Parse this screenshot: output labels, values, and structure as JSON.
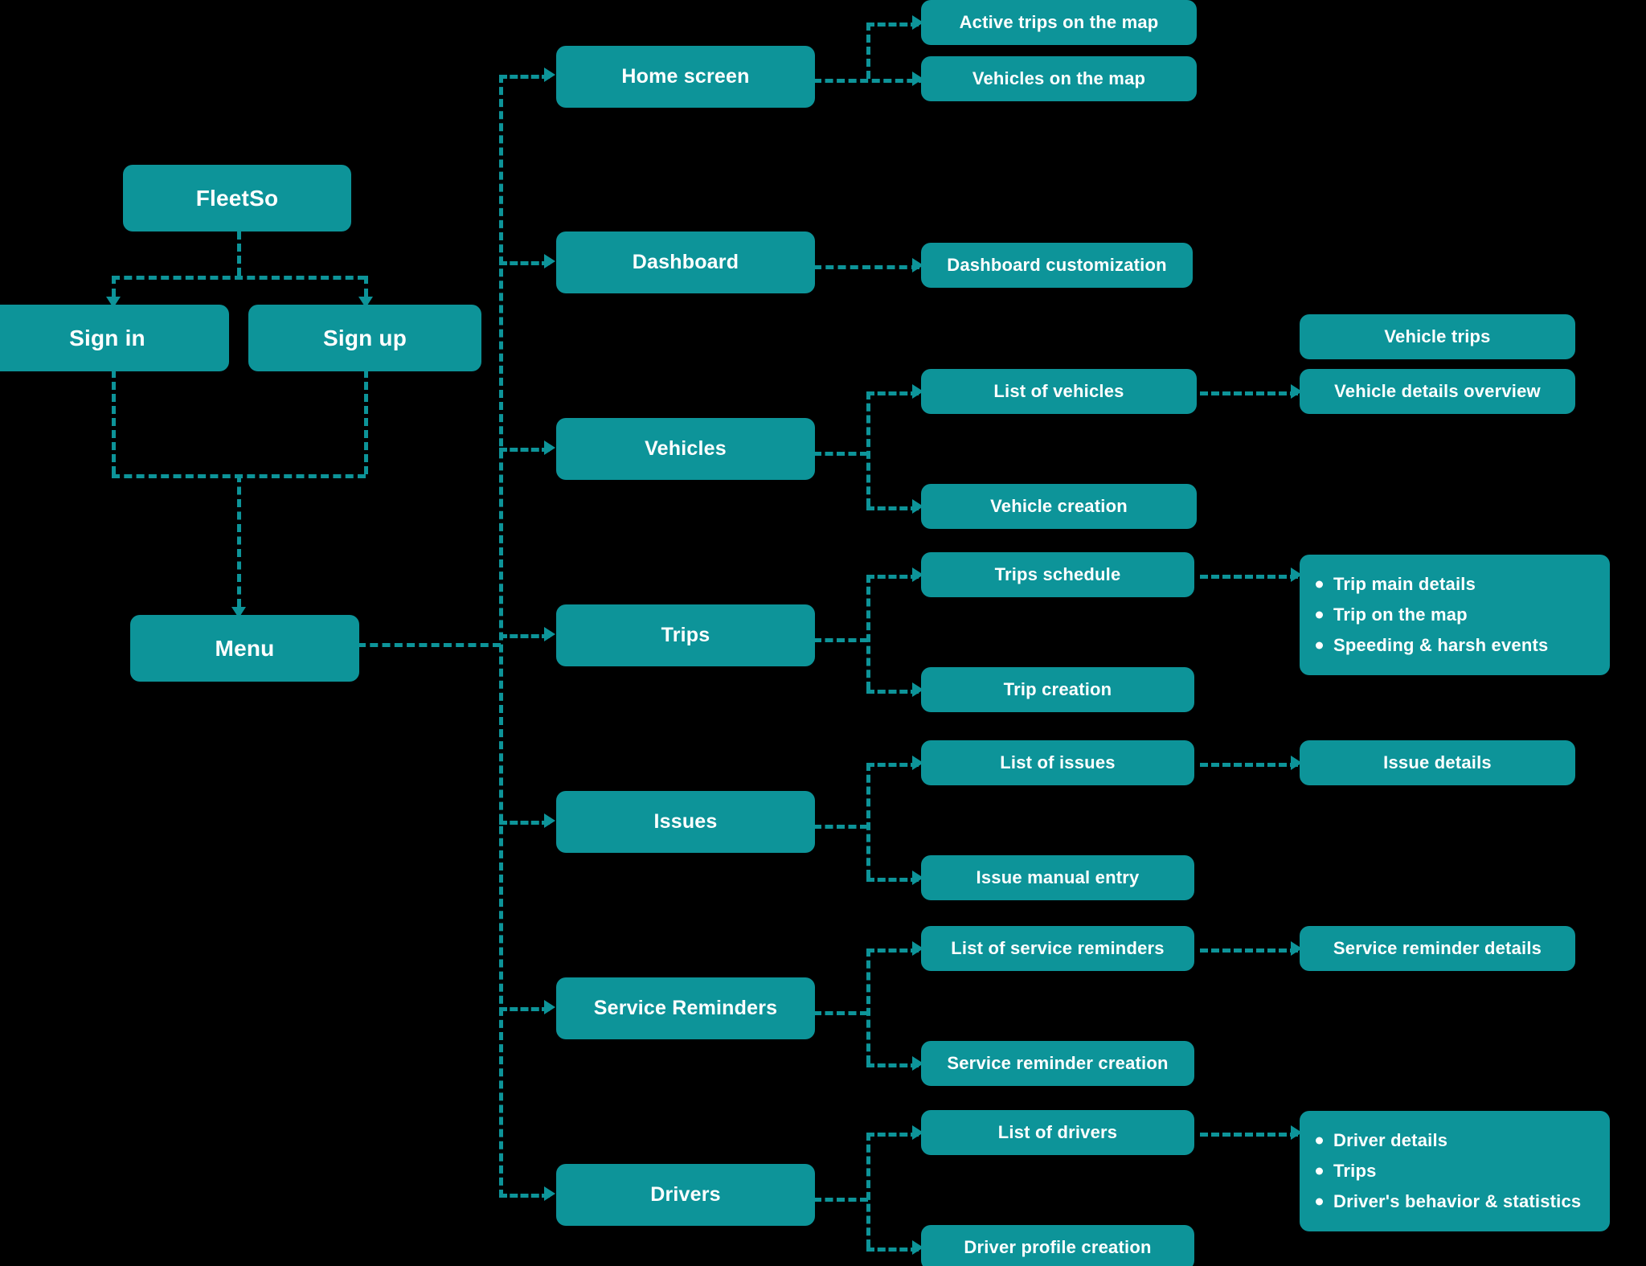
{
  "diagram": {
    "title": "FleetSo app structure flowchart",
    "accent_color": "#0d9499",
    "background_color": "#000000",
    "text_color": "#ffffff"
  },
  "nodes": {
    "root": {
      "label": "FleetSo"
    },
    "sign_in": {
      "label": "Sign in"
    },
    "sign_up": {
      "label": "Sign up"
    },
    "menu": {
      "label": "Menu"
    },
    "home_screen": {
      "label": "Home screen"
    },
    "active_trips_map": {
      "label": "Active trips on the map"
    },
    "vehicles_map": {
      "label": "Vehicles on the map"
    },
    "dashboard": {
      "label": "Dashboard"
    },
    "dashboard_customization": {
      "label": "Dashboard customization"
    },
    "vehicles": {
      "label": "Vehicles"
    },
    "list_of_vehicles": {
      "label": "List of vehicles"
    },
    "vehicle_creation": {
      "label": "Vehicle creation"
    },
    "vehicle_trips": {
      "label": "Vehicle trips"
    },
    "vehicle_details_overview": {
      "label": "Vehicle details overview"
    },
    "trips": {
      "label": "Trips"
    },
    "trips_schedule": {
      "label": "Trips schedule"
    },
    "trip_creation": {
      "label": "Trip creation"
    },
    "trip_details": {
      "items": [
        "Trip main details",
        "Trip on the map",
        "Speeding & harsh events"
      ]
    },
    "issues": {
      "label": "Issues"
    },
    "list_of_issues": {
      "label": "List of issues"
    },
    "issue_manual_entry": {
      "label": "Issue manual entry"
    },
    "issue_details": {
      "label": "Issue details"
    },
    "service_reminders": {
      "label": "Service Reminders"
    },
    "list_of_service_reminders": {
      "label": "List of service reminders"
    },
    "service_reminder_creation": {
      "label": "Service reminder creation"
    },
    "service_reminder_details": {
      "label": "Service reminder details"
    },
    "drivers": {
      "label": "Drivers"
    },
    "list_of_drivers": {
      "label": "List of drivers"
    },
    "driver_profile_creation": {
      "label": "Driver profile creation"
    },
    "driver_details": {
      "items": [
        "Driver details",
        "Trips",
        "Driver's behavior & statistics"
      ]
    }
  }
}
